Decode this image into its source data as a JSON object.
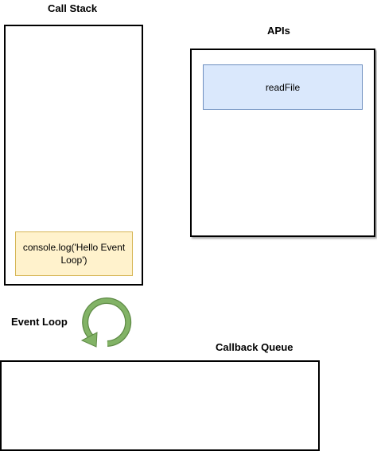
{
  "call_stack": {
    "title": "Call Stack",
    "items": [
      {
        "text": "console.log('Hello Event Loop')"
      }
    ]
  },
  "apis": {
    "title": "APIs",
    "items": [
      {
        "text": "readFile"
      }
    ]
  },
  "event_loop": {
    "title": "Event Loop",
    "icon": "loop-arrow-icon",
    "icon_color": "#82b366"
  },
  "callback_queue": {
    "title": "Callback Queue",
    "items": []
  },
  "colors": {
    "api_item_fill": "#dae8fc",
    "api_item_stroke": "#6c8ebf",
    "stack_item_fill": "#fff2cc",
    "stack_item_stroke": "#d6b656"
  }
}
